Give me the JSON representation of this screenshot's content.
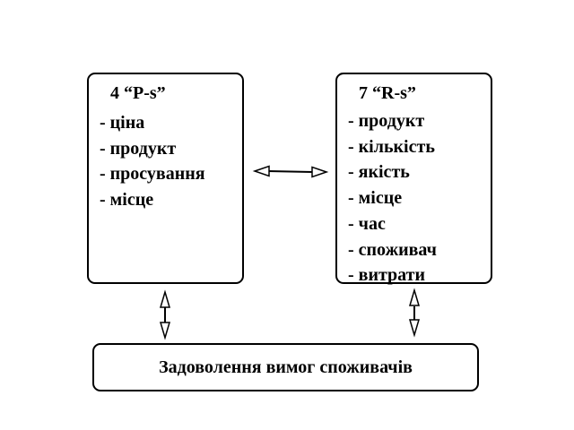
{
  "left_box": {
    "title": "4 “P-s”",
    "items": [
      "- ціна",
      "- продукт",
      "- просування",
      "- місце"
    ]
  },
  "right_box": {
    "title": "7 “R-s”",
    "items": [
      "- продукт",
      "- кількість",
      "- якість",
      "- місце",
      "- час",
      "- споживач",
      "- витрати"
    ]
  },
  "bottom_box": {
    "text": "Задоволення вимог споживачів"
  }
}
